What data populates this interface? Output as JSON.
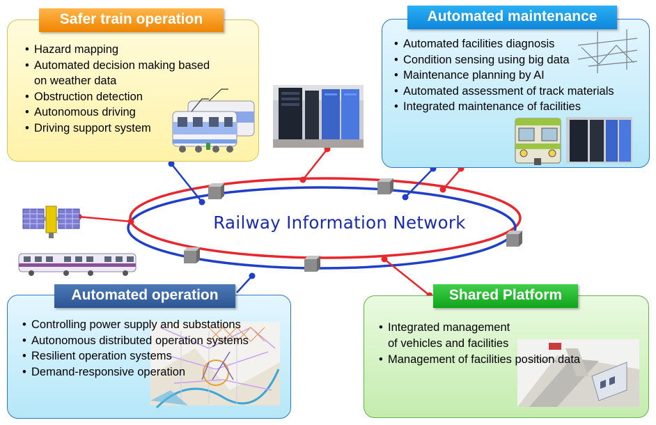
{
  "network": {
    "label": "Railway Information Network"
  },
  "panels": {
    "safer": {
      "title": "Safer train operation",
      "items": [
        "Hazard mapping",
        "Automated decision making based\non weather data",
        "Obstruction detection",
        "Autonomous driving",
        "Driving support system"
      ]
    },
    "maintenance": {
      "title": "Automated maintenance",
      "items": [
        "Automated facilities diagnosis",
        "Condition sensing using big data",
        "Maintenance planning by AI",
        "Automated assessment of track materials",
        "Integrated maintenance of facilities"
      ]
    },
    "operation": {
      "title": "Automated operation",
      "items": [
        "Controlling power supply and substations",
        "Autonomous distributed operation systems",
        "Resilient operation systems",
        "Demand-responsive operation"
      ]
    },
    "shared": {
      "title": "Shared Platform",
      "items": [
        "Integrated management\n of vehicles and facilities",
        "Management of facilities position data"
      ]
    }
  },
  "colors": {
    "ring_red": "#e8262d",
    "ring_blue": "#1f3fc8",
    "orange": "#ef8400",
    "cyan": "#0e86db",
    "navy": "#2d5593",
    "green": "#12a31c"
  }
}
